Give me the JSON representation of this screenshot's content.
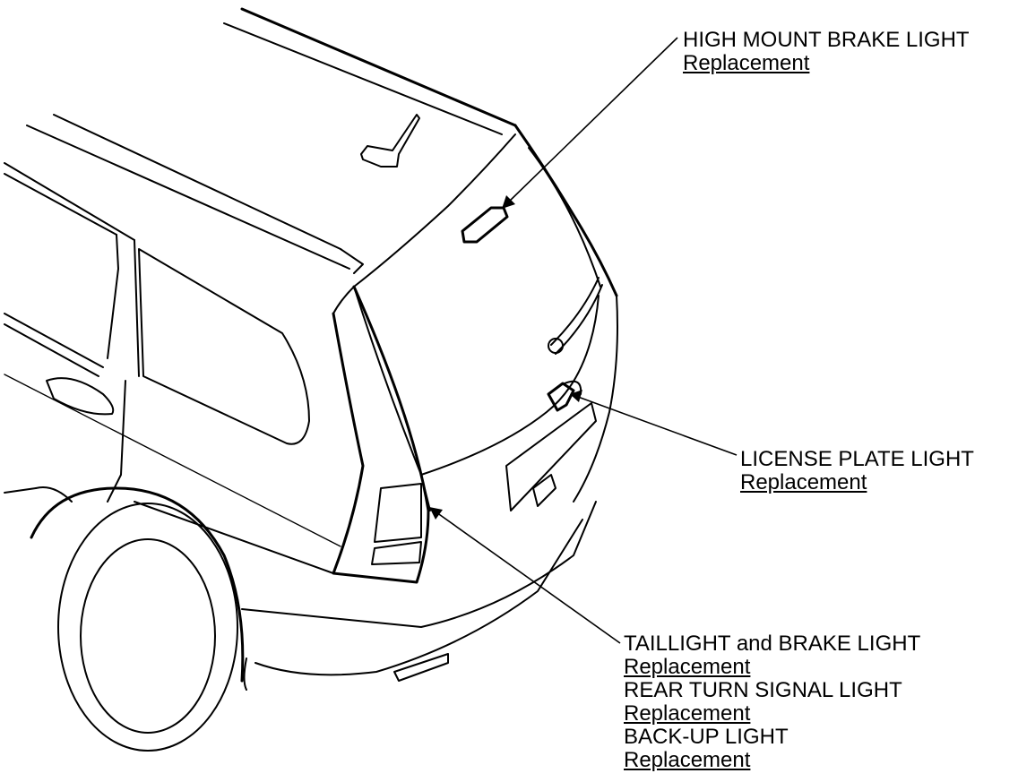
{
  "labels": {
    "high_mount": {
      "title": "HIGH MOUNT BRAKE LIGHT",
      "link": "Replacement"
    },
    "license_plate": {
      "title": "LICENSE PLATE LIGHT",
      "link": "Replacement"
    },
    "rear_group": [
      {
        "title": "TAILLIGHT and BRAKE LIGHT",
        "link": "Replacement"
      },
      {
        "title": "REAR TURN SIGNAL LIGHT",
        "link": "Replacement"
      },
      {
        "title": "BACK-UP LIGHT",
        "link": "Replacement"
      }
    ]
  },
  "colors": {
    "line": "#000000",
    "background": "#ffffff"
  }
}
